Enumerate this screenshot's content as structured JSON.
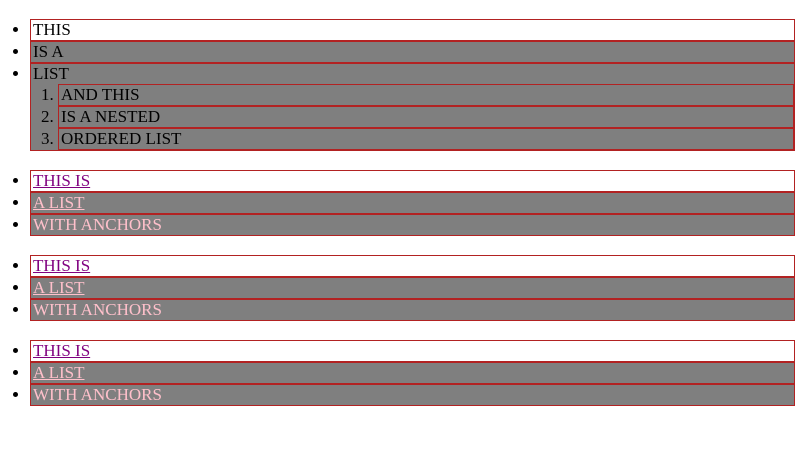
{
  "colors": {
    "page_background": "#ffffff",
    "row_gray": "#7f7f7f",
    "border_red": "#b22222",
    "visited_link_purple": "#800080",
    "anchor_pink": "#ffc0cb",
    "text_black": "#000000"
  },
  "lists": [
    {
      "kind": "unordered",
      "items": [
        {
          "text": "THIS"
        },
        {
          "text": "IS A"
        },
        {
          "text": "LIST",
          "nested": {
            "kind": "ordered",
            "items": [
              {
                "text": "AND THIS"
              },
              {
                "text": "IS A NESTED"
              },
              {
                "text": "ORDERED LIST"
              }
            ]
          }
        }
      ]
    },
    {
      "kind": "unordered",
      "items": [
        {
          "text": "THIS IS"
        },
        {
          "text": "A LIST"
        },
        {
          "text": "WITH ANCHORS"
        }
      ]
    },
    {
      "kind": "unordered",
      "items": [
        {
          "text": "THIS IS"
        },
        {
          "text": "A LIST"
        },
        {
          "text": "WITH ANCHORS"
        }
      ]
    },
    {
      "kind": "unordered",
      "items": [
        {
          "text": "THIS IS"
        },
        {
          "text": "A LIST"
        },
        {
          "text": "WITH ANCHORS"
        }
      ]
    }
  ]
}
